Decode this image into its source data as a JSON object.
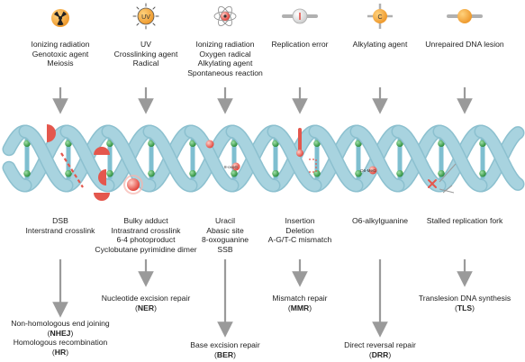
{
  "agents": [
    {
      "icon": "radiation-icon",
      "lines": [
        "Ionizing radiation",
        "Genotoxic agent",
        "Meiosis"
      ]
    },
    {
      "icon": "uv-icon",
      "label": "UV",
      "lines": [
        "UV",
        "Crosslinking agent",
        "Radical"
      ]
    },
    {
      "icon": "oxygen-radical-icon",
      "lines": [
        "Ionizing radiation",
        "Oxygen radical",
        "Alkylating agent",
        "Spontaneous reaction"
      ]
    },
    {
      "icon": "replication-error-icon",
      "lines": [
        "Replication error"
      ]
    },
    {
      "icon": "alkylating-agent-icon",
      "label": "C",
      "lines": [
        "Alkylating agent"
      ]
    },
    {
      "icon": "dna-lesion-icon",
      "lines": [
        "Unrepaired DNA lesion"
      ]
    }
  ],
  "lesions": [
    {
      "lines": [
        "DSB",
        "Interstrand crosslink"
      ]
    },
    {
      "lines": [
        "Bulky adduct",
        "Intrastrand crosslink",
        "6-4 photoproduct",
        "Cyclobutane pyrimidine dimer"
      ]
    },
    {
      "lines": [
        "Uracil",
        "Abasic site",
        "8-oxoguanine",
        "SSB"
      ]
    },
    {
      "lines": [
        "Insertion",
        "Deletion",
        "A-G/T-C mismatch"
      ]
    },
    {
      "lines": [
        "O6-alkylguanine"
      ]
    },
    {
      "lines": [
        "Stalled replication fork"
      ]
    }
  ],
  "helix_labels": {
    "oxoguanine": "8-oxoG",
    "alkylguanine": "O6-MeG"
  },
  "repair": [
    {
      "name": "Non-homologous end joining",
      "abbr": "NHEJ",
      "name2": "Homologous recombination",
      "abbr2": "HR"
    },
    {
      "name": "Nucleotide excision repair",
      "abbr": "NER"
    },
    {
      "name": "Base excision repair",
      "abbr": "BER"
    },
    {
      "name": "Mismatch repair",
      "abbr": "MMR"
    },
    {
      "name": "Direct reversal repair",
      "abbr": "DRR"
    },
    {
      "name": "Translesion DNA synthesis",
      "abbr": "TLS"
    }
  ],
  "colors": {
    "helix": "#a8d3df",
    "helix_edge": "#8cc0cf",
    "green": "#2e9c46",
    "red": "#e4574d",
    "arrow": "#9a9a9a",
    "orange": "#f2a33a"
  }
}
